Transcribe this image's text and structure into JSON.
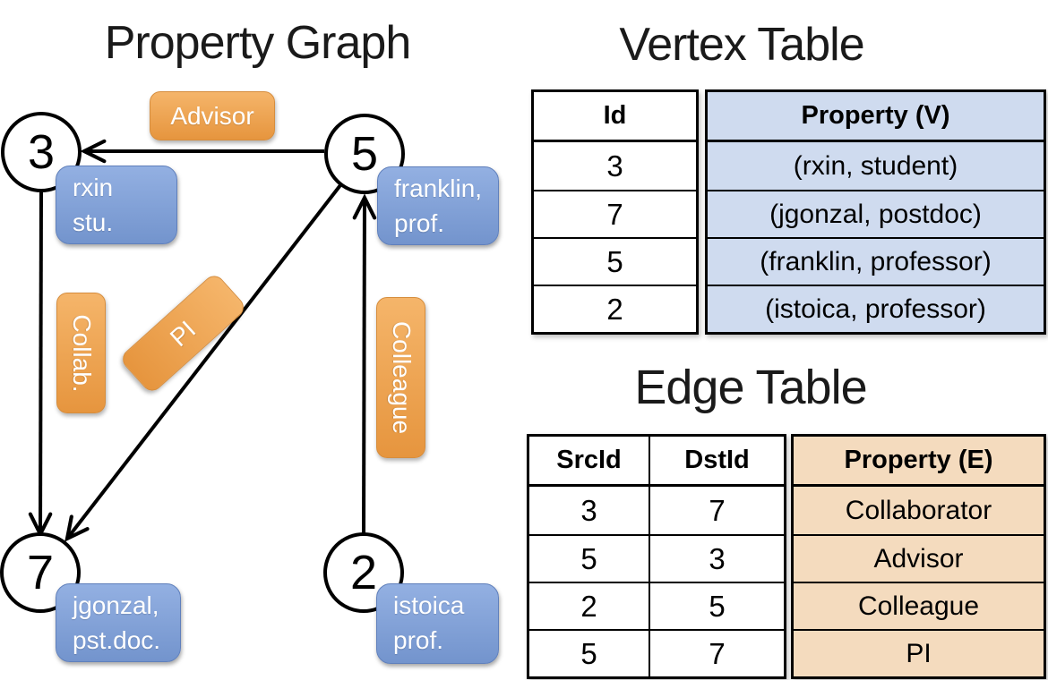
{
  "graph": {
    "title": "Property Graph",
    "nodes": [
      {
        "id": "3",
        "property_line1": "rxin",
        "property_line2": "stu."
      },
      {
        "id": "5",
        "property_line1": "franklin,",
        "property_line2": "prof."
      },
      {
        "id": "7",
        "property_line1": "jgonzal,",
        "property_line2": "pst.doc."
      },
      {
        "id": "2",
        "property_line1": "istoica",
        "property_line2": "prof."
      }
    ],
    "edge_labels": {
      "advisor": "Advisor",
      "collab": "Collab.",
      "pi": "PI",
      "colleague": "Colleague"
    },
    "edges": [
      {
        "src": "5",
        "dst": "3",
        "label": "Advisor"
      },
      {
        "src": "3",
        "dst": "7",
        "label": "Collab."
      },
      {
        "src": "5",
        "dst": "7",
        "label": "PI"
      },
      {
        "src": "2",
        "dst": "5",
        "label": "Colleague"
      }
    ]
  },
  "vertex_table": {
    "title": "Vertex Table",
    "headers": {
      "id": "Id",
      "property": "Property (V)"
    },
    "rows": [
      {
        "id": "3",
        "property": "(rxin, student)"
      },
      {
        "id": "7",
        "property": "(jgonzal, postdoc)"
      },
      {
        "id": "5",
        "property": "(franklin, professor)"
      },
      {
        "id": "2",
        "property": "(istoica, professor)"
      }
    ]
  },
  "edge_table": {
    "title": "Edge Table",
    "headers": {
      "src": "SrcId",
      "dst": "DstId",
      "property": "Property (E)"
    },
    "rows": [
      {
        "src": "3",
        "dst": "7",
        "property": "Collaborator"
      },
      {
        "src": "5",
        "dst": "3",
        "property": "Advisor"
      },
      {
        "src": "2",
        "dst": "5",
        "property": "Colleague"
      },
      {
        "src": "5",
        "dst": "7",
        "property": "PI"
      }
    ]
  },
  "colors": {
    "edge_label_orange": "#EFA24E",
    "node_property_blue": "#7FA0D8",
    "vertex_property_cell": "#CFDBEF",
    "edge_property_cell": "#F4DBBE",
    "line_black": "#000000"
  }
}
